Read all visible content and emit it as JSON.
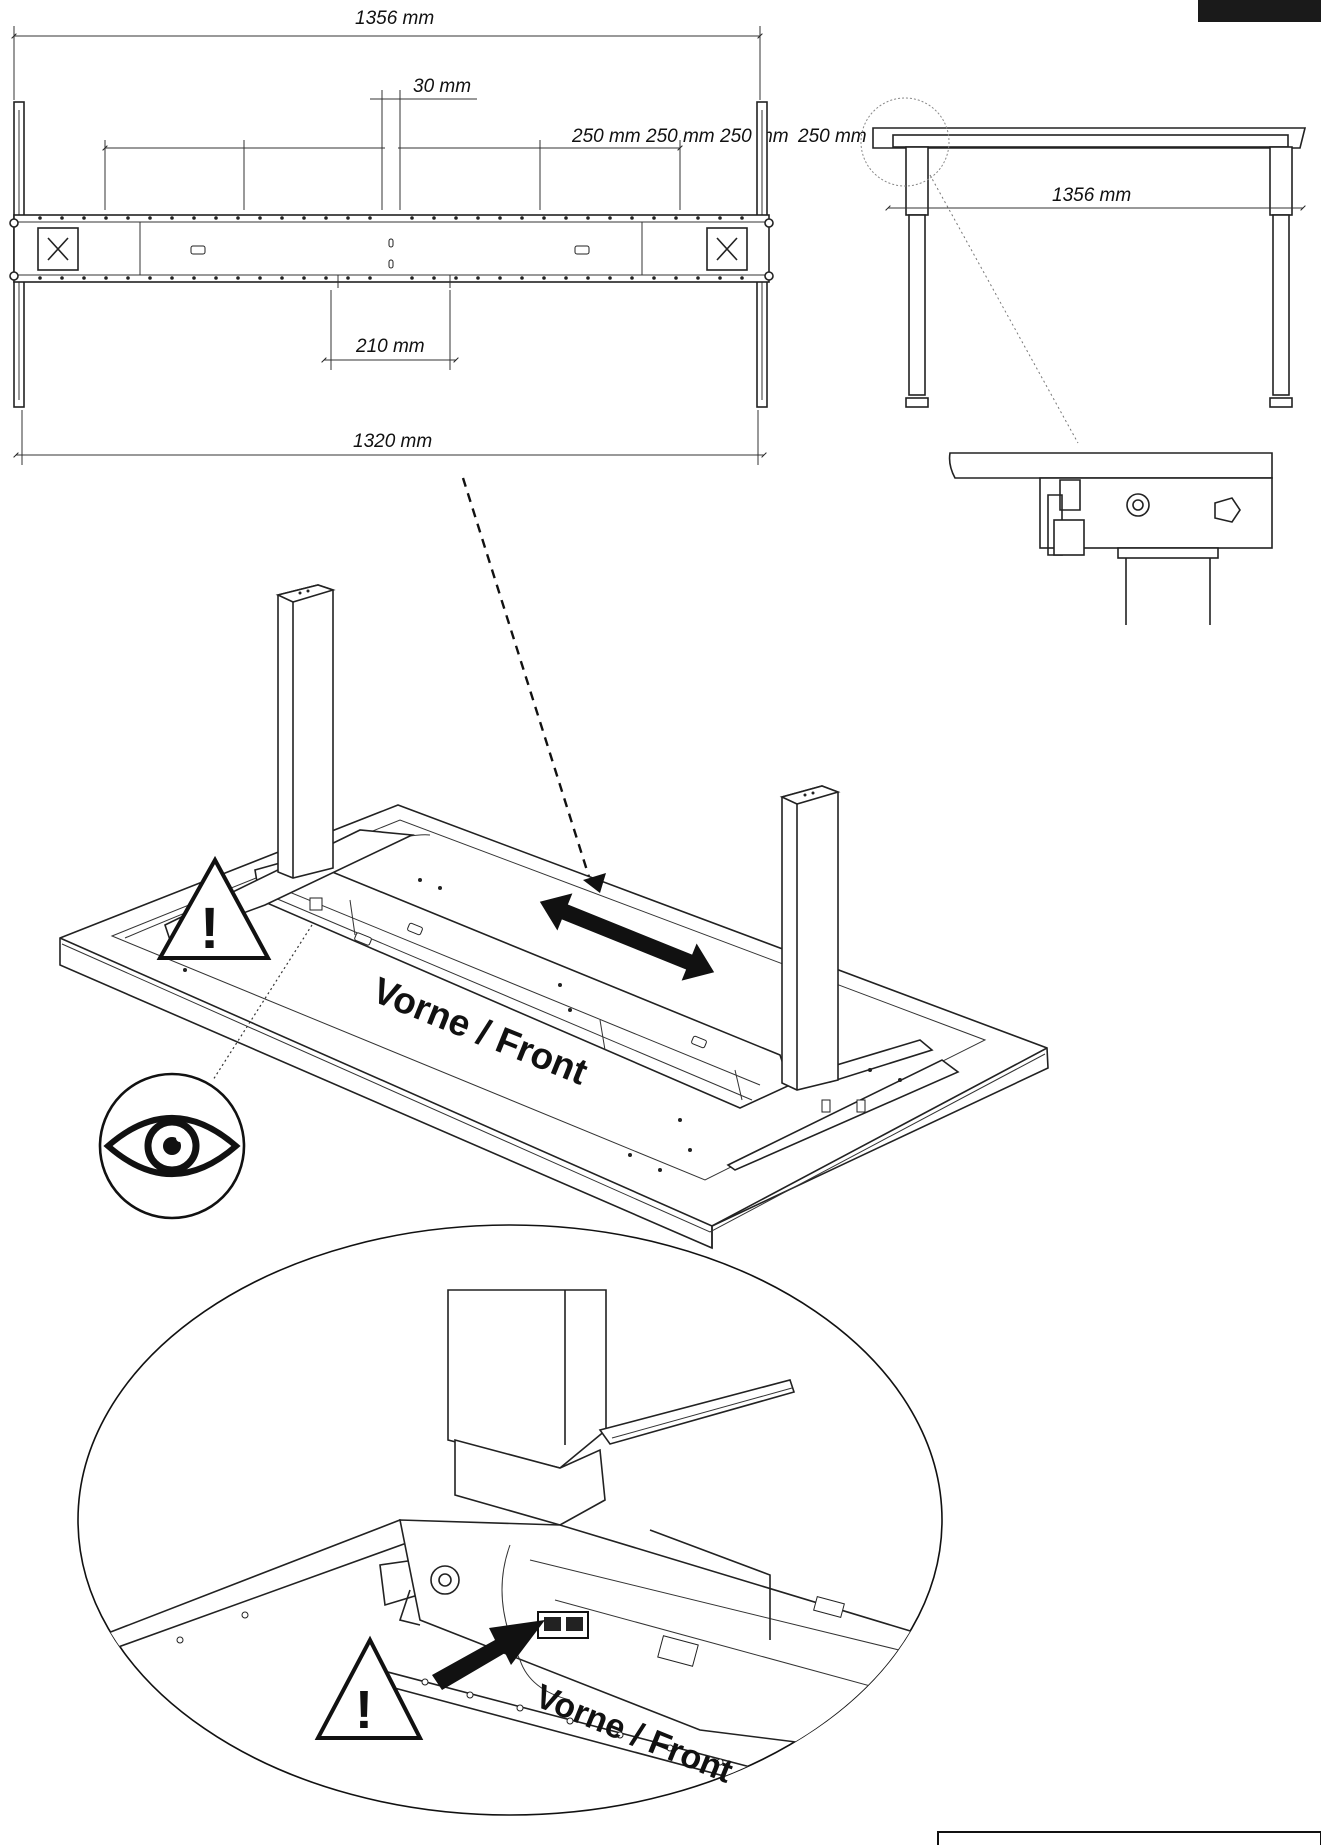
{
  "top_view": {
    "overall_width": "1356 mm",
    "gap": "30 mm",
    "spacings": [
      "250 mm",
      "250 mm",
      "250 mm",
      "250 mm"
    ],
    "center_width": "210 mm",
    "frame_width": "1320 mm"
  },
  "side_view": {
    "width": "1356 mm"
  },
  "iso_view": {
    "front_label": "Vorne / Front"
  },
  "detail_view": {
    "front_label": "Vorne / Front"
  },
  "icons": [
    "warning-triangle",
    "eye",
    "double-arrow",
    "pointer-arrow",
    "dashed-leader"
  ]
}
